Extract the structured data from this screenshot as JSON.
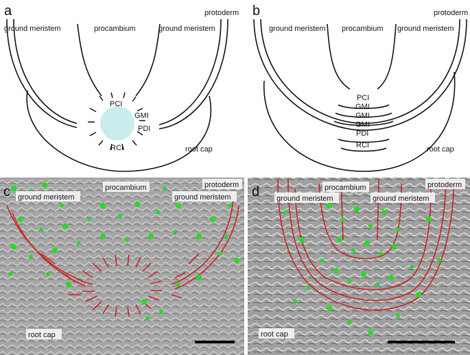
{
  "panels": {
    "a": {
      "letter": "a",
      "labels": {
        "protoderm": "protoderm",
        "ground_meristem_left": "ground meristem",
        "procambium": "procambium",
        "ground_meristem_right": "ground meristem",
        "root_cap": "root cap",
        "pci": "PCI",
        "gmi": "GMI",
        "pdi": "PDI",
        "rci": "RCI"
      }
    },
    "b": {
      "letter": "b",
      "labels": {
        "protoderm": "protoderm",
        "ground_meristem_left": "ground meristem",
        "procambium": "procambium",
        "ground_meristem_right": "ground meristem",
        "root_cap": "root cap",
        "pci": "PCI",
        "gmi1": "GMI",
        "gmi2": "GMI",
        "gmi3": "GMI",
        "pdi": "PDI",
        "rci": "RCI"
      }
    },
    "c": {
      "letter": "c",
      "labels": {
        "ground_meristem_left": "ground meristem",
        "procambium": "procambium",
        "protoderm": "protoderm",
        "ground_meristem_right": "ground meristem",
        "root_cap": "root cap"
      }
    },
    "d": {
      "letter": "d",
      "labels": {
        "ground_meristem_left": "ground meristem",
        "procambium": "procambium",
        "protoderm": "protoderm",
        "ground_meristem_right": "ground meristem",
        "root_cap": "root cap"
      }
    }
  },
  "colors": {
    "quiescent_center": "#c9ecec",
    "fluorescence": "#22dd22",
    "trace": "#cc2222",
    "micrograph_bg": "#a9a9a9"
  }
}
